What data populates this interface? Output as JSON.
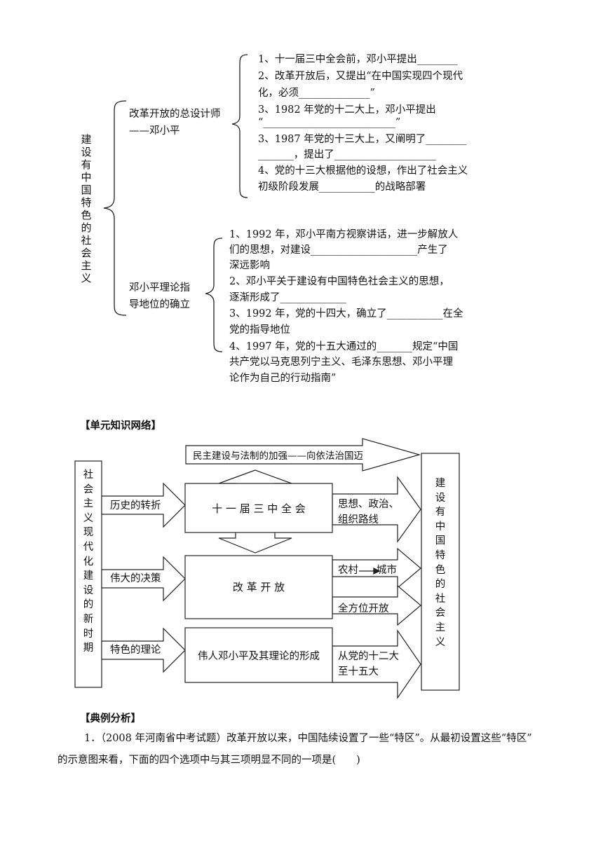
{
  "outline": {
    "root": "建设有中国特色的社会主义",
    "branch1": {
      "title_line1": "改革开放的总设计师",
      "title_line2": "——邓小平",
      "lines": [
        "1、十一届三中全会前，邓小平提出________",
        "2、改革开放后，又提出“在中国实现四个现代",
        "化，必须______________”",
        "3、1982 年党的十二大上，邓小平提出",
        "“__________________________”",
        "3、1987 年党的十三大上，又阐明了________",
        "_______，提出了____________________",
        "4、党的十三大根据他的设想，作出了社会主义",
        "初级阶段发展___________的战略部署"
      ]
    },
    "branch2": {
      "title_line1": "邓小平理论指",
      "title_line2": "导地位的确立",
      "lines": [
        "1、1992 年，邓小平南方视察讲话，进一步解放人",
        "们的思想，对建设_____________________产生了",
        "深远影响",
        "2、邓小平关于建设有中国特色社会主义的思想，",
        "逐渐形成了_____________",
        "3、1992 年，党的十四大，确立了___________在全",
        "党的指导地位",
        "4、1997 年，党的十五大通过的_______规定“中国",
        "共产党以马克思列宁主义、毛泽东思想、邓小平理",
        "论作为自己的行动指南”"
      ]
    }
  },
  "network": {
    "heading": "【单元知识网络】",
    "left_box": "社会主义现代化建设的新时期",
    "right_box": "建设有中国特色的社会主义",
    "top_arrow": "民主建设与法制的加强——向依法治国迈",
    "arrow1": "历史的转折",
    "arrow2": "伟大的决策",
    "arrow3": "特色的理论",
    "box1": "十 一 届 三 中 全 会",
    "box2": "改 革 开 放",
    "box3": "伟人邓小平及其理论的形成",
    "out1_line1": "思想、政治、",
    "out1_line2": "组织路线",
    "out2a_left": "农村",
    "out2a_right": "城市",
    "out2b": "全方位开放",
    "out3_line1": "从党的十二大",
    "out3_line2": "至十五大"
  },
  "analysis": {
    "heading": "【典例分析】",
    "q1_line1": "1．（2008 年河南省中考试题）改革开放以来，中国陆续设置了一些“特区”。从最初设置这些“特区”",
    "q1_line2": "的示意图来看，下面的四个选项中与其三项明显不同的一项是(　　)"
  }
}
